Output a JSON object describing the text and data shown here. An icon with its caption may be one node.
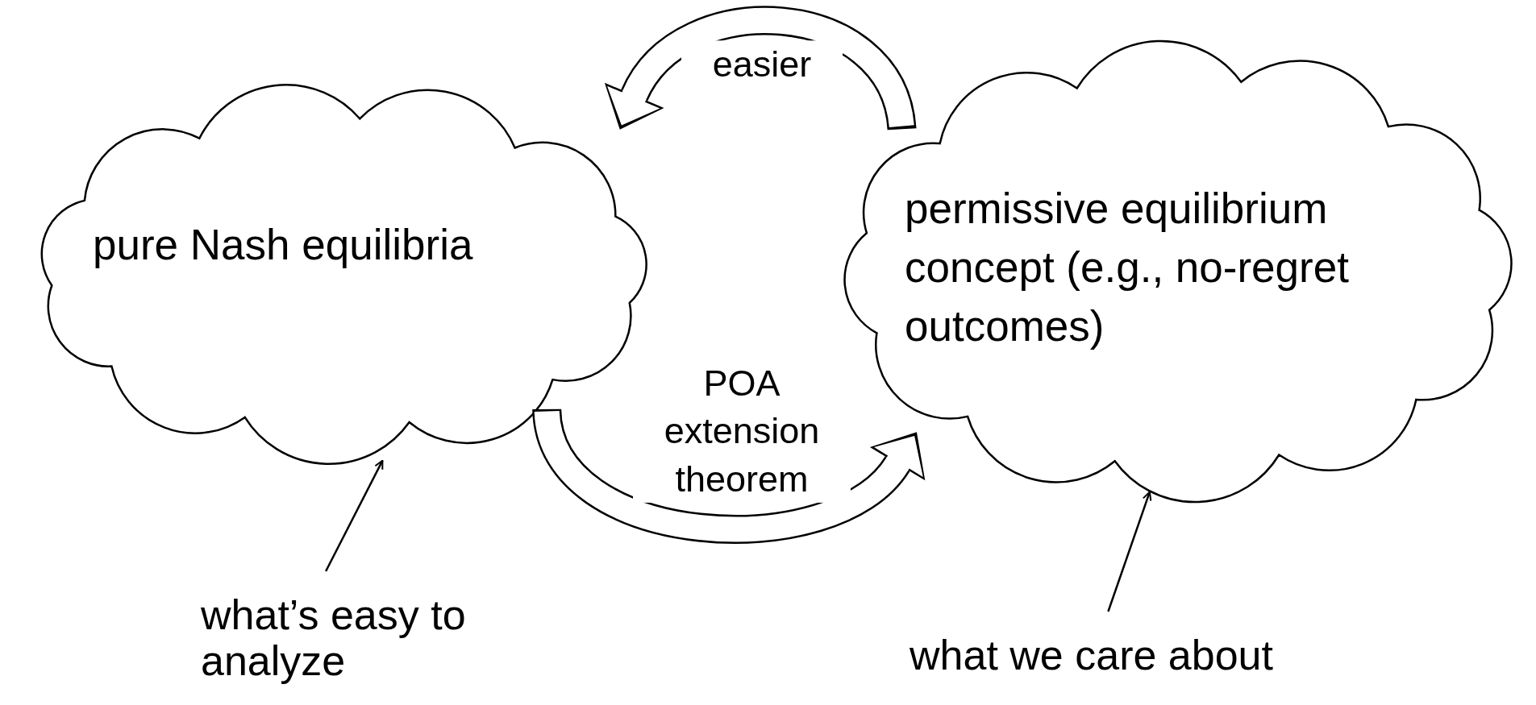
{
  "diagram": {
    "nodes": [
      {
        "text": [
          "pure Nash equilibria"
        ]
      },
      {
        "text": [
          "permissive equilibrium concept (e.g., no-regret outcomes)"
        ]
      },
      {
        "text": [
          "what’s easy to analyze"
        ]
      },
      {
        "text": [
          "what we care about"
        ]
      }
    ],
    "edges": [
      {
        "from": 1,
        "to": 0,
        "arrow": "to",
        "label": "easier",
        "style": "thick"
      },
      {
        "from": 0,
        "to": 1,
        "arrow": "to",
        "label": "POA extension theorem",
        "style": "thick"
      },
      {
        "from": 2,
        "to": 0,
        "arrow": "to"
      },
      {
        "from": 3,
        "to": 1,
        "arrow": "to"
      }
    ]
  }
}
